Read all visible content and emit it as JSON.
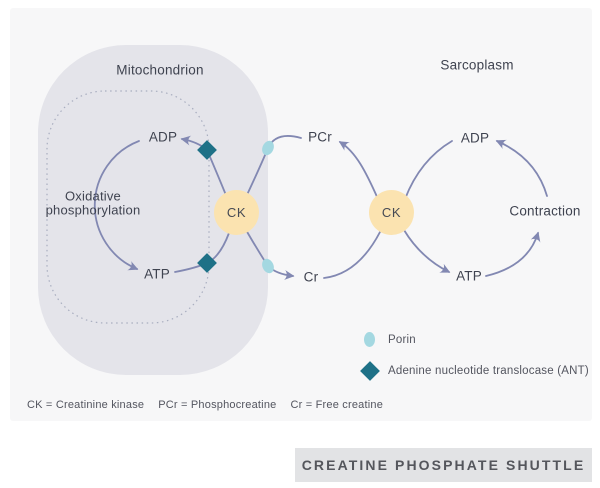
{
  "figure": {
    "title": "CREATINE PHOSPHATE SHUTTLE"
  },
  "regions": {
    "mitochondrion": "Mitochondrion",
    "sarcoplasm": "Sarcoplasm"
  },
  "nodes": {
    "oxidative_phosphorylation": "Oxidative phosphorylation",
    "adp_mito": "ADP",
    "atp_mito": "ATP",
    "ck_mito": "CK",
    "pcr": "PCr",
    "cr": "Cr",
    "ck_sarco": "CK",
    "adp_sarco": "ADP",
    "atp_sarco": "ATP",
    "contraction": "Contraction"
  },
  "legend": {
    "porin_label": "Porin",
    "ant_label": "Adenine nucleotide translocase (ANT)"
  },
  "footnote": {
    "ck": "CK = Creatinine kinase",
    "pcr": "PCr = Phosphocreatine",
    "cr": "Cr = Free creatine"
  },
  "colors": {
    "page_bg": "#ffffff",
    "panel_bg": "#f7f7f8",
    "mito_bg": "#e4e4ea",
    "membrane_dash": "#a8adbf",
    "arrow": "#8288b2",
    "text_dark": "#3f4350",
    "text_mid": "#53555f",
    "ck_fill": "#fbe3b0",
    "porin": "#a4d8e1",
    "ant": "#1e7187",
    "title_bar_bg": "#e2e3e5",
    "title_text": "#54565c"
  }
}
